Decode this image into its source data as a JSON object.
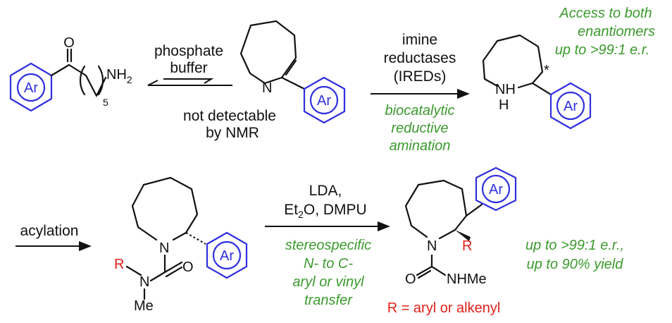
{
  "scheme": {
    "top": {
      "reactant_labels": {
        "ketone_o": "O",
        "chain_sub": "5",
        "amine": "NH",
        "amine_sub": "2"
      },
      "equilibrium_label": [
        "phosphate",
        "buffer"
      ],
      "imine_label": "N",
      "imine_note": [
        "not detectable",
        "by NMR"
      ],
      "arrow_reagents": [
        "imine",
        "reductases",
        "(IREDs)"
      ],
      "arrow_process": [
        "biocatalytic",
        "reductive",
        "amination"
      ],
      "product_labels": {
        "nh": "NH",
        "h": "H",
        "star": "*"
      },
      "enantiomer_note": [
        "Access to both",
        "enantiomers",
        "up to >99:1 e.r."
      ]
    },
    "bottom": {
      "step_label": "acylation",
      "carbamate_labels": {
        "n_ring": "N",
        "o": "O",
        "r": "R",
        "n_amide": "N",
        "me": "Me"
      },
      "arrow_reagents": [
        "LDA,",
        "Et",
        "2",
        "O, DMPU"
      ],
      "arrow_process": [
        "stereospecific",
        "N- to C-",
        "aryl or vinyl",
        "transfer"
      ],
      "product_labels": {
        "n_ring": "N",
        "r": "R",
        "o": "O",
        "nhme": "NHMe"
      },
      "r_definition": "R = aryl or alkenyl",
      "yield_note": [
        "up to >99:1 e.r.,",
        "up to 90% yield"
      ]
    },
    "aryl_label": "Ar",
    "colors": {
      "aryl": "#2f2fe0",
      "process": "#3a9a2c",
      "r_group": "#e0201a",
      "text": "#111111"
    }
  }
}
